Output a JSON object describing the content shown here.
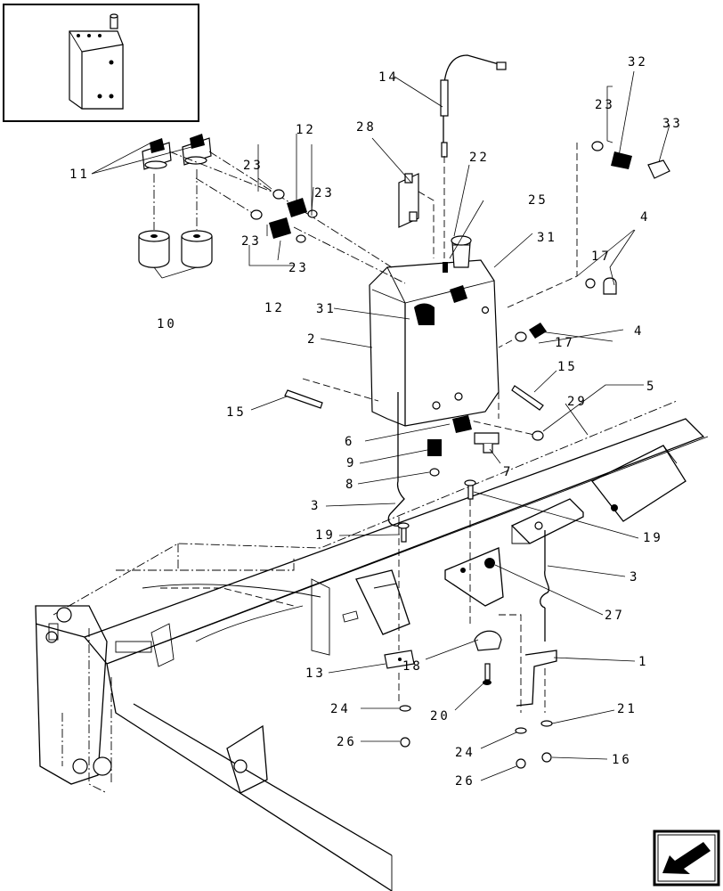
{
  "callouts": [
    {
      "id": "c14a",
      "text": "14"
    },
    {
      "id": "c28",
      "text": "28"
    },
    {
      "id": "c22",
      "text": "22"
    },
    {
      "id": "c25",
      "text": "25"
    },
    {
      "id": "c31a",
      "text": "31"
    },
    {
      "id": "c32",
      "text": "32"
    },
    {
      "id": "c23a",
      "text": "23"
    },
    {
      "id": "c33",
      "text": "33"
    },
    {
      "id": "c11",
      "text": "11"
    },
    {
      "id": "c12a",
      "text": "12"
    },
    {
      "id": "c23b",
      "text": "23"
    },
    {
      "id": "c23c",
      "text": "23"
    },
    {
      "id": "c23d",
      "text": "23"
    },
    {
      "id": "c23e",
      "text": "23"
    },
    {
      "id": "c12b",
      "text": "12"
    },
    {
      "id": "c10",
      "text": "10"
    },
    {
      "id": "c31b",
      "text": "31"
    },
    {
      "id": "c2",
      "text": "2"
    },
    {
      "id": "c4a",
      "text": "4"
    },
    {
      "id": "c17a",
      "text": "17"
    },
    {
      "id": "c4b",
      "text": "4"
    },
    {
      "id": "c17b",
      "text": "17"
    },
    {
      "id": "c15a",
      "text": "15"
    },
    {
      "id": "c15b",
      "text": "15"
    },
    {
      "id": "c5",
      "text": "5"
    },
    {
      "id": "c29",
      "text": "29"
    },
    {
      "id": "c6",
      "text": "6"
    },
    {
      "id": "c9",
      "text": "9"
    },
    {
      "id": "c7",
      "text": "7"
    },
    {
      "id": "c8",
      "text": "8"
    },
    {
      "id": "c3a",
      "text": "3"
    },
    {
      "id": "c19a",
      "text": "19"
    },
    {
      "id": "c19b",
      "text": "19"
    },
    {
      "id": "c3b",
      "text": "3"
    },
    {
      "id": "c27",
      "text": "27"
    },
    {
      "id": "c13",
      "text": "13"
    },
    {
      "id": "c18",
      "text": "18"
    },
    {
      "id": "c1",
      "text": "1"
    },
    {
      "id": "c24a",
      "text": "24"
    },
    {
      "id": "c20",
      "text": "20"
    },
    {
      "id": "c21",
      "text": "21"
    },
    {
      "id": "c26a",
      "text": "26"
    },
    {
      "id": "c24b",
      "text": "24"
    },
    {
      "id": "c16",
      "text": "16"
    },
    {
      "id": "c26b",
      "text": "26"
    }
  ],
  "icons": {
    "inset": "reservoir-thumbnail",
    "nav": "previous-page-arrow"
  }
}
